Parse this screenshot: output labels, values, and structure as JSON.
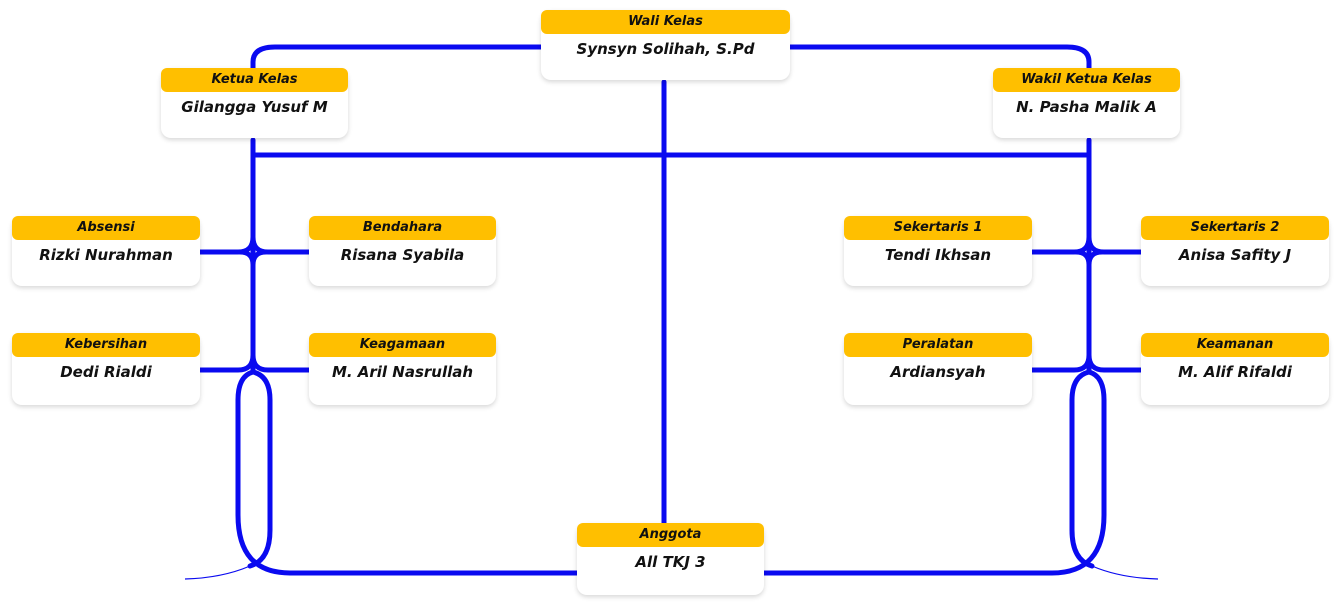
{
  "colors": {
    "connector": "#0a0af0",
    "title_bg": "#ffbf00",
    "text": "#111111"
  },
  "nodes": {
    "wali": {
      "title": "Wali Kelas",
      "name": "Synsyn Solihah, S.Pd"
    },
    "ketua": {
      "title": "Ketua Kelas",
      "name": "Gilangga Yusuf M"
    },
    "wakil": {
      "title": "Wakil Ketua Kelas",
      "name": "N. Pasha Malik A"
    },
    "absensi": {
      "title": "Absensi",
      "name": "Rizki Nurahman"
    },
    "bendahara": {
      "title": "Bendahara",
      "name": "Risana Syabila"
    },
    "sekertaris1": {
      "title": "Sekertaris 1",
      "name": "Tendi Ikhsan"
    },
    "sekertaris2": {
      "title": "Sekertaris 2",
      "name": "Anisa Safity J"
    },
    "kebersihan": {
      "title": "Kebersihan",
      "name": "Dedi Rialdi"
    },
    "keagamaan": {
      "title": "Keagamaan",
      "name": "M. Aril Nasrullah"
    },
    "peralatan": {
      "title": "Peralatan",
      "name": "Ardiansyah"
    },
    "keamanan": {
      "title": "Keamanan",
      "name": "M. Alif Rifaldi"
    },
    "anggota": {
      "title": "Anggota",
      "name": "All TKJ 3"
    }
  }
}
